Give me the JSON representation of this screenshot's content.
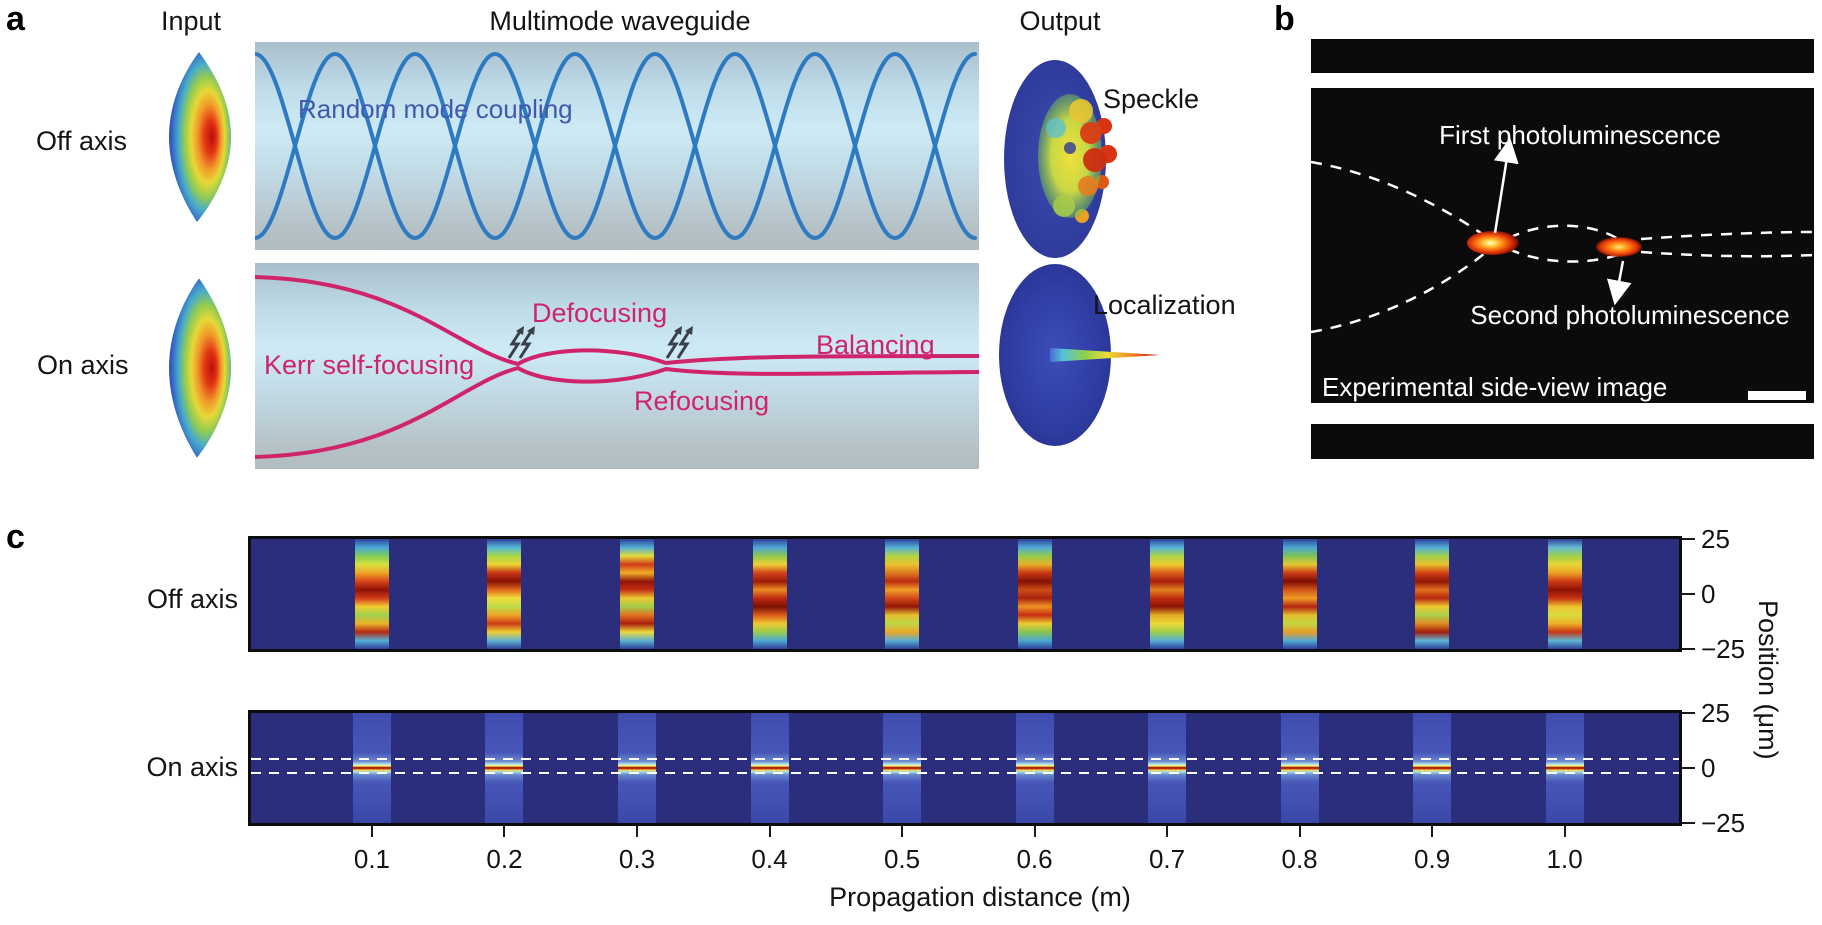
{
  "figure": {
    "panel_a": {
      "label": "a",
      "headers": {
        "input": "Input",
        "waveguide": "Multimode waveguide",
        "output": "Output"
      },
      "off_axis": {
        "row_label": "Off axis",
        "wave_label": "Random mode coupling",
        "output_label": "Speckle"
      },
      "on_axis": {
        "row_label": "On axis",
        "kerr": "Kerr self-focusing",
        "defocusing": "Defocusing",
        "refocusing": "Refocusing",
        "balancing": "Balancing",
        "output_label": "Localization"
      }
    },
    "panel_b": {
      "label": "b",
      "first_annotation": "First photoluminescence",
      "second_annotation": "Second photoluminescence",
      "caption": "Experimental side-view image"
    },
    "panel_c": {
      "label": "c"
    }
  },
  "colors": {
    "accent_magenta": "#d0246a",
    "accent_blue": "#2d7ac2",
    "note_blue": "#4059ae",
    "heat_background": "#2a2e7d",
    "panel_b_background": "#0b0b0b"
  },
  "chart_data": {
    "type": "heatmap",
    "x": [
      0.1,
      0.2,
      0.3,
      0.4,
      0.5,
      0.6,
      0.7,
      0.8,
      0.9,
      1.0
    ],
    "xtick_labels": [
      "0.1",
      "0.2",
      "0.3",
      "0.4",
      "0.5",
      "0.6",
      "0.7",
      "0.8",
      "0.9",
      "1.0"
    ],
    "xlabel": "Propagation distance (m)",
    "ylabel": "Position (μm)",
    "ylim": [
      -25,
      25
    ],
    "yticks": [
      "25",
      "0",
      "−25"
    ],
    "band_center_frac": [
      0.0847,
      0.1775,
      0.2703,
      0.3631,
      0.4559,
      0.5487,
      0.6415,
      0.7343,
      0.8271,
      0.9199
    ],
    "panels": [
      {
        "name": "Off axis",
        "description": "Speckled multimode output: random multicolour stripe pattern spanning ±25 μm at every propagation distance",
        "background": "#2a2e7d",
        "bands": [
          [
            "#2e3f9a",
            "#49a8d8",
            "#7fcc54",
            "#d8e040",
            "#f0a428",
            "#d84418",
            "#8e1206",
            "#d2391c",
            "#f2ce32",
            "#9ed04e",
            "#ecb42a",
            "#b42812",
            "#55b0d4",
            "#2e3f9a"
          ],
          [
            "#2e3f9a",
            "#58b8d8",
            "#a8d848",
            "#ecd434",
            "#c83414",
            "#871104",
            "#e06a1c",
            "#f0dc3c",
            "#bcdc46",
            "#eca426",
            "#cc3b16",
            "#eecf34",
            "#62b4d2",
            "#2e3f9a"
          ],
          [
            "#2e3f9a",
            "#52acd6",
            "#e2dc3a",
            "#ce3a18",
            "#f0ae28",
            "#901406",
            "#c52e14",
            "#eec832",
            "#a2ce4c",
            "#e2721e",
            "#ab2010",
            "#ecd83a",
            "#5cb2ce",
            "#2e3f9a"
          ],
          [
            "#2e3f9a",
            "#4ea6d6",
            "#8cc850",
            "#ecd034",
            "#d44418",
            "#9c1808",
            "#ea8c22",
            "#c02a10",
            "#781004",
            "#da5a1a",
            "#eec832",
            "#98cc4e",
            "#50aad4",
            "#2e3f9a"
          ],
          [
            "#2e3f9a",
            "#54b0d8",
            "#b0d446",
            "#ecc22e",
            "#dc7a1e",
            "#bc2c12",
            "#ee9e26",
            "#d4481a",
            "#921606",
            "#e6be2e",
            "#bed846",
            "#eca828",
            "#5ab0d2",
            "#2e3f9a"
          ],
          [
            "#2e3f9a",
            "#50aad6",
            "#94cc4e",
            "#e8b02a",
            "#c83814",
            "#821004",
            "#cc4c18",
            "#aa2210",
            "#ee9222",
            "#c62e12",
            "#eccc32",
            "#86c452",
            "#4ca8d2",
            "#2e3f9a"
          ],
          [
            "#2e3f9a",
            "#56b2d8",
            "#aad24a",
            "#eecc30",
            "#da5c1a",
            "#a61c0a",
            "#e08222",
            "#c22c10",
            "#8a1204",
            "#e0ac28",
            "#ecd838",
            "#9cce4c",
            "#58aed4",
            "#2e3f9a"
          ],
          [
            "#2e3f9a",
            "#4ca6d4",
            "#7ec454",
            "#e4c830",
            "#ce3e16",
            "#7c0e02",
            "#d2551a",
            "#ee9c24",
            "#b22410",
            "#e4be2c",
            "#c2d644",
            "#e89e24",
            "#54acd2",
            "#2e3f9a"
          ],
          [
            "#2e3f9a",
            "#52aed6",
            "#9ed04c",
            "#eac02c",
            "#d04016",
            "#941606",
            "#de6e1c",
            "#ba2810",
            "#ecca30",
            "#aad04a",
            "#e08a20",
            "#a21c0c",
            "#5eb6d6",
            "#2e3f9a"
          ],
          [
            "#2e3f9a",
            "#66bcd4",
            "#9cd04c",
            "#e8d436",
            "#eca226",
            "#cc3a16",
            "#8c1204",
            "#c63012",
            "#eec430",
            "#d8dc3e",
            "#eeb02a",
            "#c83614",
            "#60b8d4",
            "#2e3f9a"
          ]
        ]
      },
      {
        "name": "On axis",
        "description": "Localized beam: narrow red/yellow core pinned at 0 μm inside a faint blue halo, bounded by white dashed guide lines",
        "background": "#2a2e7d",
        "band_stops": [
          [
            "#3e4cae",
            0
          ],
          [
            "#4656b8",
            36
          ],
          [
            "#6e8ad0",
            44
          ],
          [
            "#a8e0f0",
            46.5
          ],
          [
            "#f0f0a0",
            47.6
          ],
          [
            "#e8c838",
            48.6
          ],
          [
            "#c03010",
            49.3
          ],
          [
            "#7c0a04",
            50
          ],
          [
            "#d84814",
            50.8
          ],
          [
            "#f0d858",
            52
          ],
          [
            "#a0dcec",
            53.6
          ],
          [
            "#6888cc",
            56
          ],
          [
            "#4656b8",
            63
          ],
          [
            "#3a48a8",
            100
          ]
        ],
        "guide_lines": {
          "color": "#ffffff",
          "style": "dashed",
          "offsets_frac": [
            0.42,
            0.545
          ]
        }
      }
    ]
  }
}
